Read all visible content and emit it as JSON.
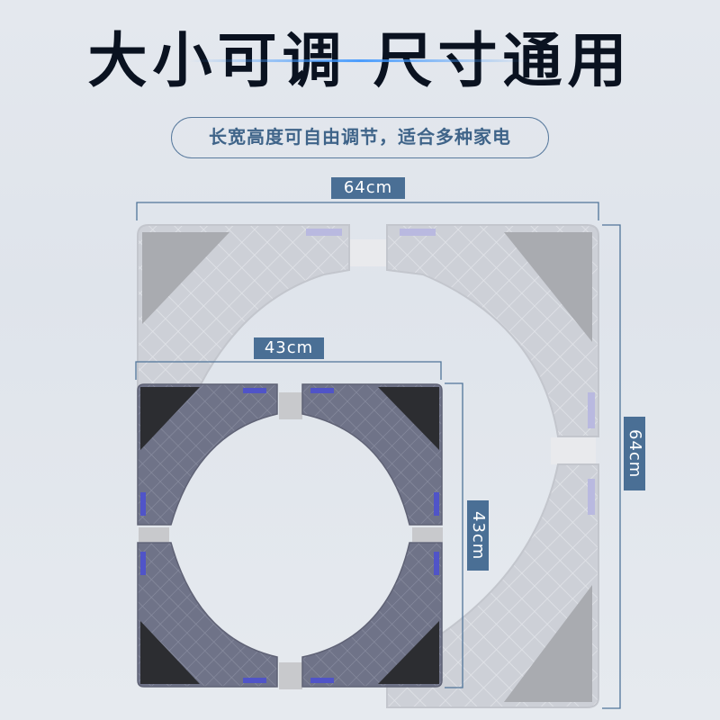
{
  "header": {
    "title": "大小可调 尺寸通用",
    "subtitle": "长宽高度可自由调节，适合多种家电"
  },
  "dimensions": {
    "large": {
      "width_label": "64cm",
      "height_label": "64cm"
    },
    "small": {
      "width_label": "43cm",
      "height_label": "43cm"
    }
  },
  "colors": {
    "accent": "#4a6f95",
    "title_text": "#0a1220",
    "subtitle_text": "#3f6489",
    "large_frame": "#c9ccd3",
    "small_frame": "#6e7185",
    "foot_pad_dark": "#2b2c30",
    "slider_blue": "#5054c8"
  },
  "product": {
    "name": "adjustable-appliance-base",
    "views": [
      "expanded-64cm",
      "compact-43cm"
    ]
  }
}
